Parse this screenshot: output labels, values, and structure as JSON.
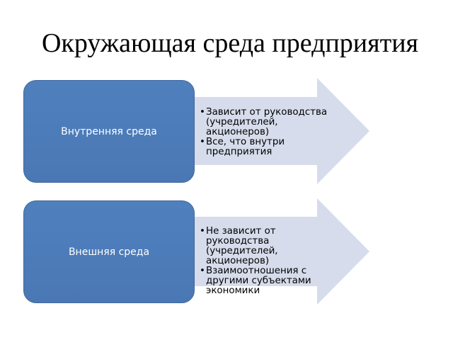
{
  "slide": {
    "title": "Окружающая среда предприятия"
  },
  "blocks": [
    {
      "label": "Внутренняя среда",
      "bullets": [
        "Зависит от руководства (учредителей, акционеров)",
        "Все, что внутри предприятия"
      ]
    },
    {
      "label": "Внешняя среда",
      "bullets": [
        "Не зависит от руководства (учредителей, акционеров)",
        "Взаимоотношения с другими субъектами экономики"
      ]
    }
  ],
  "colors": {
    "box_fill": "#4f80bd",
    "arrow_fill": "#d6dceb",
    "text_on_box": "#ffffff"
  }
}
